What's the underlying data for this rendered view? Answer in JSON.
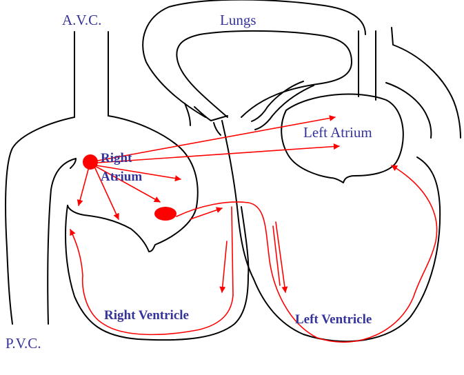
{
  "diagram": {
    "labels": {
      "avc": "A.V.C.",
      "lungs": "Lungs",
      "left_atrium": "Left Atrium",
      "right_atrium_line1": "Right",
      "right_atrium_line2": "Atrium",
      "right_ventricle": "Right Ventricle",
      "left_ventricle": "Left Ventricle",
      "pvc": "P.V.C."
    },
    "colors": {
      "outline": "#000000",
      "arrow": "#ff0000",
      "node_fill": "#ff0000",
      "label": "#333399"
    }
  }
}
